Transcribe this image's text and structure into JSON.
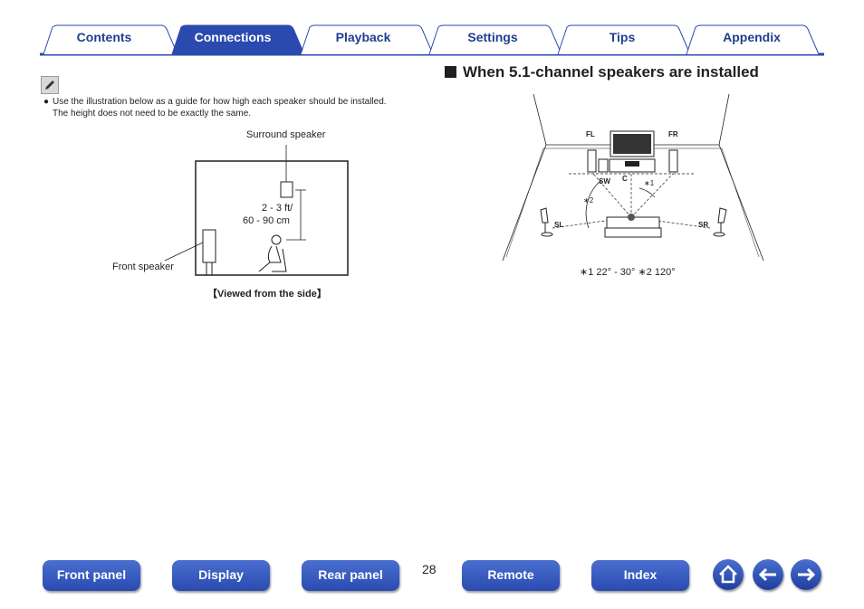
{
  "tabs": [
    {
      "label": "Contents",
      "active": false
    },
    {
      "label": "Connections",
      "active": true
    },
    {
      "label": "Playback",
      "active": false
    },
    {
      "label": "Settings",
      "active": false
    },
    {
      "label": "Tips",
      "active": false
    },
    {
      "label": "Appendix",
      "active": false
    }
  ],
  "note": {
    "icon": "pencil-icon",
    "bullet": "Use the illustration below as a guide for how high each speaker should be installed. The height does not need to be exactly the same."
  },
  "side_view": {
    "surround_label": "Surround speaker",
    "height_label_1": "2 - 3 ft/",
    "height_label_2": "60 - 90 cm",
    "front_label": "Front speaker",
    "caption": "【Viewed from the side】"
  },
  "section": {
    "title": "When 5.1-channel speakers are installed"
  },
  "top_view": {
    "fl": "FL",
    "fr": "FR",
    "c": "C",
    "sw": "SW",
    "sl": "SL",
    "sr": "SR",
    "mark1": "∗1",
    "mark2": "∗2",
    "footnote": "∗1 22° - 30°  ∗2 120°"
  },
  "footer": {
    "page": "28",
    "buttons": [
      "Front panel",
      "Display",
      "Rear panel",
      "Remote",
      "Index"
    ],
    "icons": [
      "home-icon",
      "back-arrow-icon",
      "forward-arrow-icon"
    ]
  },
  "colors": {
    "tab_active": "#2a4aaf",
    "tab_text": "#1f3f8f",
    "button": "#3558c0"
  }
}
